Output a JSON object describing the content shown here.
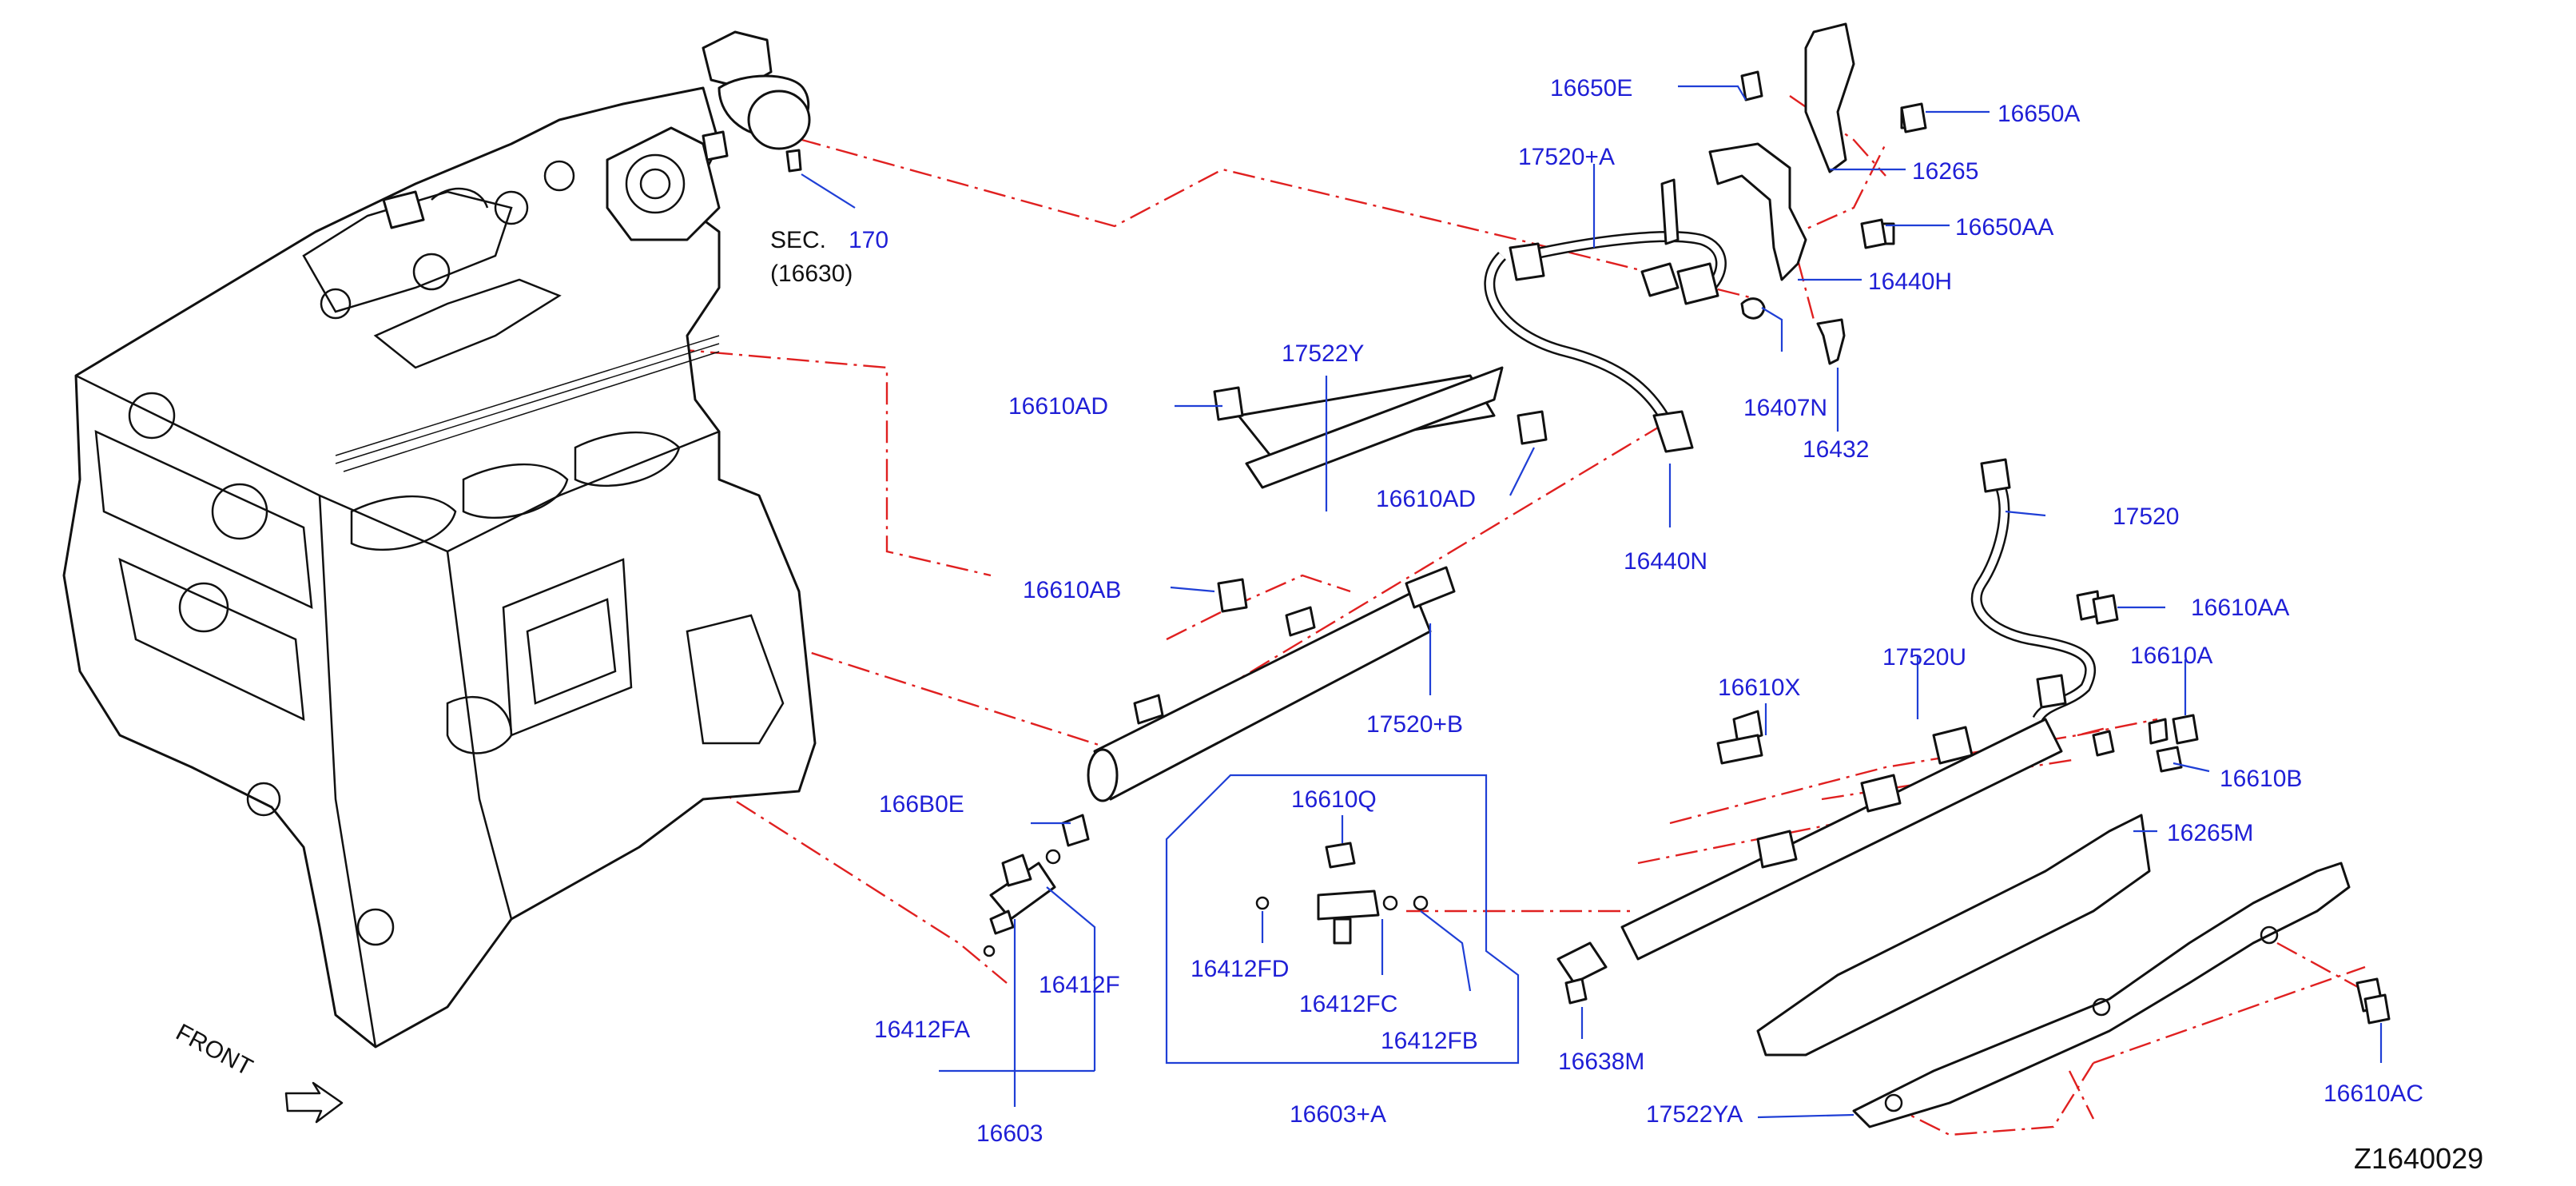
{
  "colors": {
    "label": "#1f1fd6",
    "leader": "#1f3fd6",
    "dash_line": "#e02020",
    "outline": "#111111",
    "background": "#ffffff"
  },
  "diagram": {
    "section": {
      "prefix": "SEC.",
      "number": "170",
      "sub": "(16630)"
    },
    "front_label": "FRONT",
    "figure_code": "Z1640029",
    "parts": {
      "p16650E": "16650E",
      "p16650A": "16650A",
      "p16265": "16265",
      "p16650AA": "16650AA",
      "p16440H": "16440H",
      "p17520A": "17520+A",
      "p16407N": "16407N",
      "p16432": "16432",
      "p17522Y": "17522Y",
      "p16610AD_1": "16610AD",
      "p16610AD_2": "16610AD",
      "p16440N": "16440N",
      "p17520": "17520",
      "p16610AB": "16610AB",
      "p16610AA": "16610AA",
      "p17520B": "17520+B",
      "p17520U": "17520U",
      "p16610A": "16610A",
      "p16610X": "16610X",
      "p16610B": "16610B",
      "p166B0E": "166B0E",
      "p16610Q": "16610Q",
      "p16265M": "16265M",
      "p16412FD": "16412FD",
      "p16412F": "16412F",
      "p16412FC": "16412FC",
      "p16412FA": "16412FA",
      "p16412FB": "16412FB",
      "p16638M": "16638M",
      "p16603": "16603",
      "p16603A": "16603+A",
      "p17522YA": "17522YA",
      "p16610AC": "16610AC"
    }
  }
}
